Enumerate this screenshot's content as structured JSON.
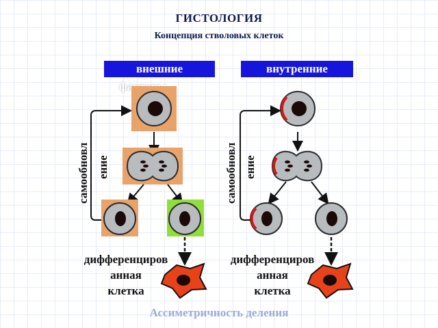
{
  "header": {
    "title": "ГИСТОЛОГИЯ",
    "subtitle": "Концепция стволовых клеток"
  },
  "factors": {
    "external_line1": "внешние",
    "external_line2": "факторы",
    "internal": "внутренние"
  },
  "left_panel": {
    "self_renewal_line1": "самообновл",
    "self_renewal_line2": "ение",
    "diff_line1": "дифференциров",
    "diff_line2": "анная",
    "diff_line3": "клетка"
  },
  "right_panel": {
    "self_renewal_line1": "самообновл",
    "self_renewal_line2": "ение",
    "diff_line1": "дифференциров",
    "diff_line2": "анная",
    "diff_line3": "клетка"
  },
  "footer": {
    "caption": "Ассиметричность деления"
  },
  "colors": {
    "factor_box": "#1515dc",
    "niche_orange": "#e8a36a",
    "niche_green": "#8fde3c",
    "cell_gray": "#b8bcbf",
    "nucleus": "#1a0a08",
    "polar_red": "#cc1a1a",
    "diff_cell_red": "#e8421a"
  }
}
